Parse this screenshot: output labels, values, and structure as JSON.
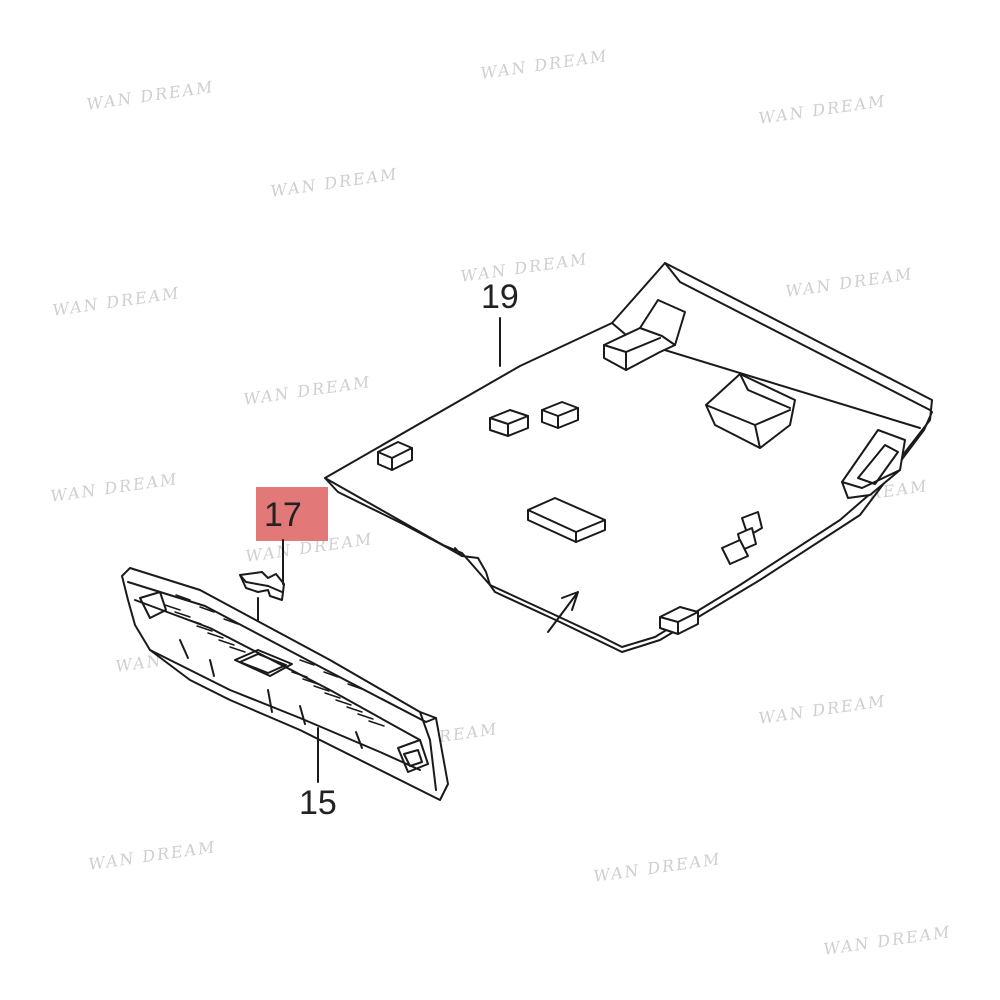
{
  "watermark": "WAN DREAM",
  "callouts": {
    "roof_panel": "19",
    "clip": "17",
    "scuff_plate": "15"
  },
  "highlight_color": "#e06d6d"
}
